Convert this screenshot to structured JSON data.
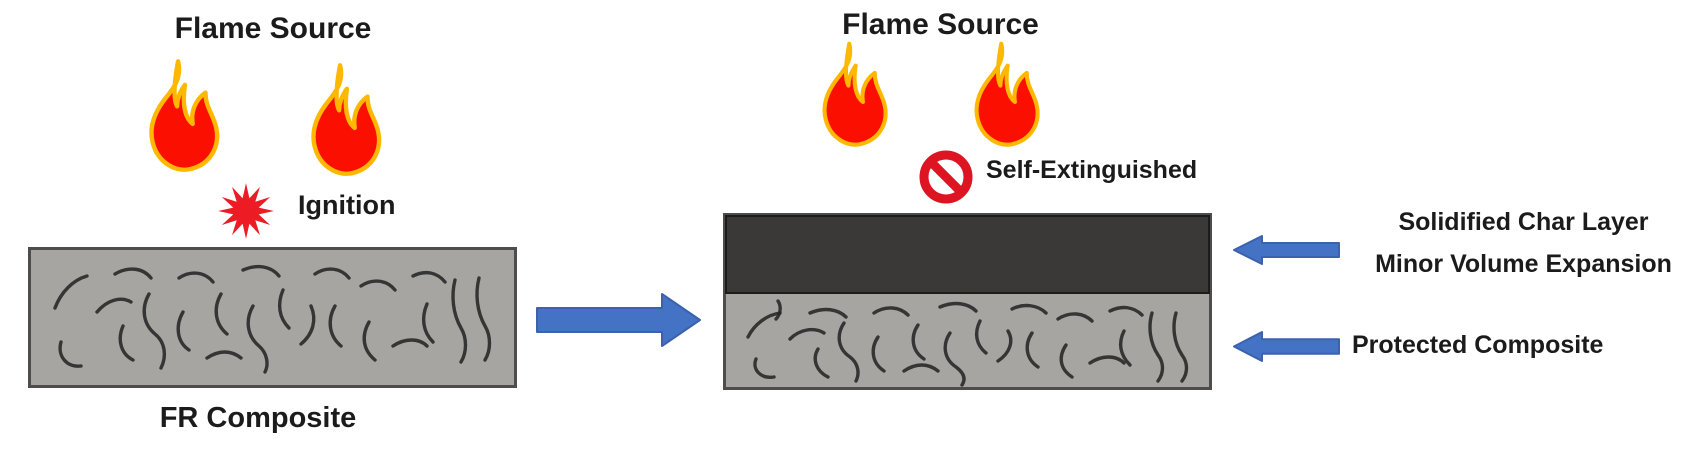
{
  "colors": {
    "flame_red": "#fa0f00",
    "flame_rim": "#ffb800",
    "burst_red": "#ed1c24",
    "ban_red": "#dd1522",
    "arrow_blue": "#4472c4",
    "arrow_blue_edge": "#3a62ad",
    "composite_gray": "#a7a5a2",
    "composite_border": "#4f4d4b",
    "char_dark": "#3a3938",
    "fiber_dark": "#262626",
    "text_dark": "#1b1b1b"
  },
  "left_panel": {
    "title": "Flame Source",
    "ignition_label": "Ignition",
    "composite_label": "FR Composite",
    "icons": [
      "flame-icon",
      "flame-icon",
      "ignition-burst-icon",
      "fiber-texture"
    ]
  },
  "transition": {
    "icon": "arrow-right-icon"
  },
  "right_panel": {
    "title": "Flame Source",
    "self_extinguished_label": "Self-Extinguished",
    "icons": [
      "flame-icon",
      "flame-icon",
      "no-entry-icon",
      "fiber-texture"
    ],
    "layers": [
      "char-layer",
      "protected-composite"
    ]
  },
  "annotations": {
    "char_label_line1": "Solidified Char Layer",
    "char_label_line2": "Minor Volume Expansion",
    "protected_label": "Protected Composite",
    "icons": [
      "arrow-left-icon",
      "arrow-left-icon"
    ]
  }
}
